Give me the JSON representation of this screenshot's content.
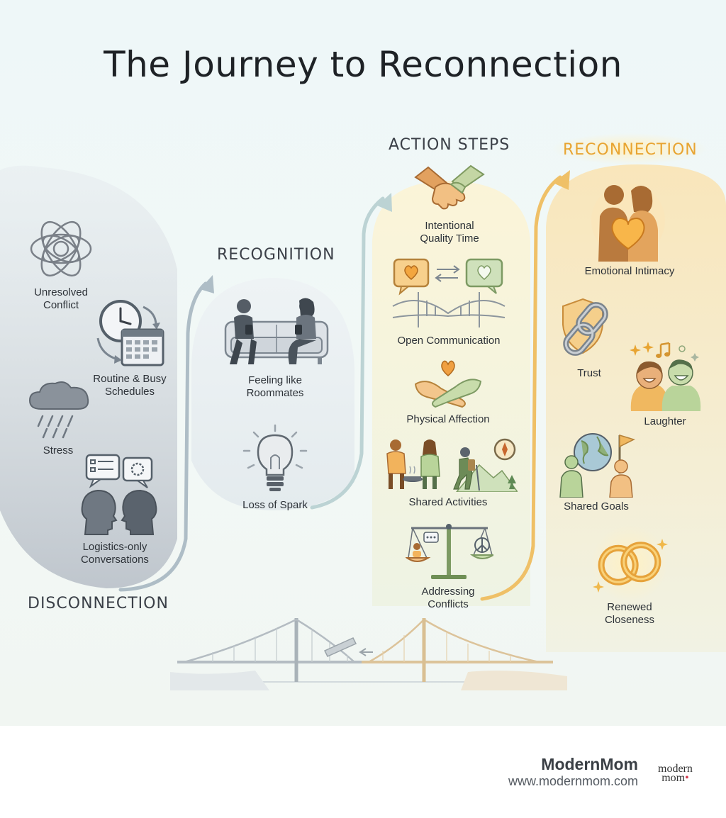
{
  "title": "The Journey to Reconnection",
  "stages": {
    "disconnection": {
      "title": "DISCONNECTION",
      "items": [
        "Unresolved\nConflict",
        "Routine & Busy\nSchedules",
        "Stress",
        "Logistics-only\nConversations"
      ]
    },
    "recognition": {
      "title": "RECOGNITION",
      "items": [
        "Feeling like\nRoommates",
        "Loss of Spark"
      ]
    },
    "action_steps": {
      "title": "ACTION STEPS",
      "items": [
        "Intentional\nQuality Time",
        "Open Communication",
        "Physical Affection",
        "Shared Activities",
        "Addressing\nConflicts"
      ]
    },
    "reconnection": {
      "title": "RECONNECTION",
      "items": [
        "Emotional Intimacy",
        "Trust",
        "Laughter",
        "Shared Goals",
        "Renewed\nCloseness"
      ]
    }
  },
  "footer": {
    "brand": "ModernMom",
    "url": "www.modernmom.com",
    "logo_line1": "modern",
    "logo_line2": "mom"
  },
  "colors": {
    "disconnection": "#c9ced4",
    "recognition": "#e3eaee",
    "action": "#f7efc9",
    "reconnection": "#f6dfb0",
    "accent": "#e8a431"
  }
}
